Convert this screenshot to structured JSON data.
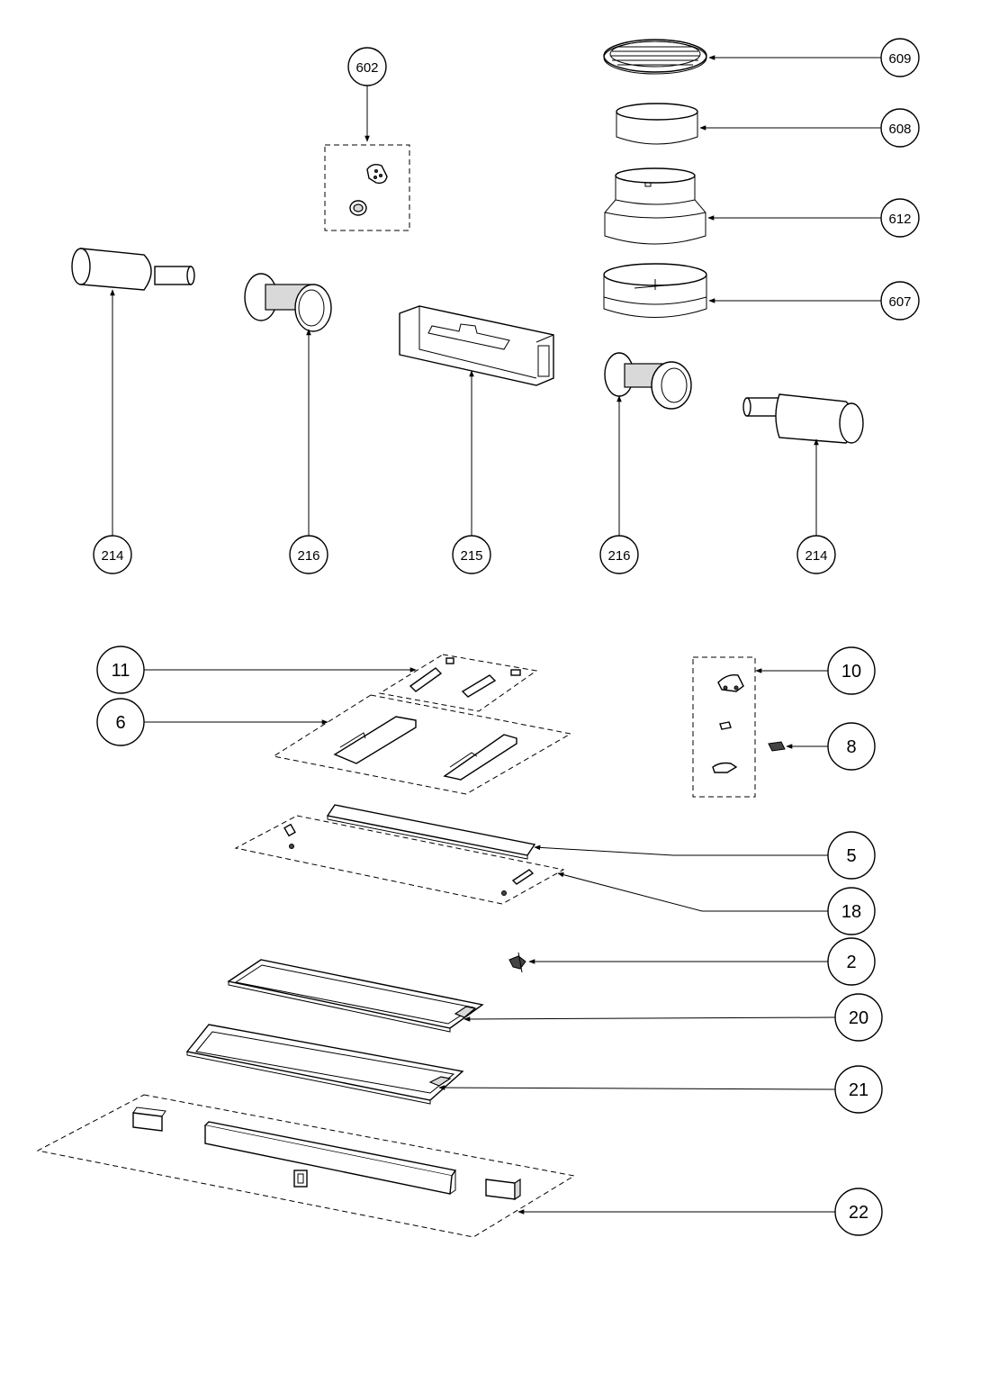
{
  "diagram": {
    "callouts": [
      {
        "id": "602",
        "label": "602"
      },
      {
        "id": "609",
        "label": "609"
      },
      {
        "id": "608",
        "label": "608"
      },
      {
        "id": "612",
        "label": "612"
      },
      {
        "id": "607",
        "label": "607"
      },
      {
        "id": "214a",
        "label": "214"
      },
      {
        "id": "216a",
        "label": "216"
      },
      {
        "id": "215",
        "label": "215"
      },
      {
        "id": "216b",
        "label": "216"
      },
      {
        "id": "214b",
        "label": "214"
      },
      {
        "id": "11",
        "label": "11"
      },
      {
        "id": "6",
        "label": "6"
      },
      {
        "id": "10",
        "label": "10"
      },
      {
        "id": "8",
        "label": "8"
      },
      {
        "id": "5",
        "label": "5"
      },
      {
        "id": "18",
        "label": "18"
      },
      {
        "id": "2",
        "label": "2"
      },
      {
        "id": "20",
        "label": "20"
      },
      {
        "id": "21",
        "label": "21"
      },
      {
        "id": "22",
        "label": "22"
      }
    ]
  }
}
